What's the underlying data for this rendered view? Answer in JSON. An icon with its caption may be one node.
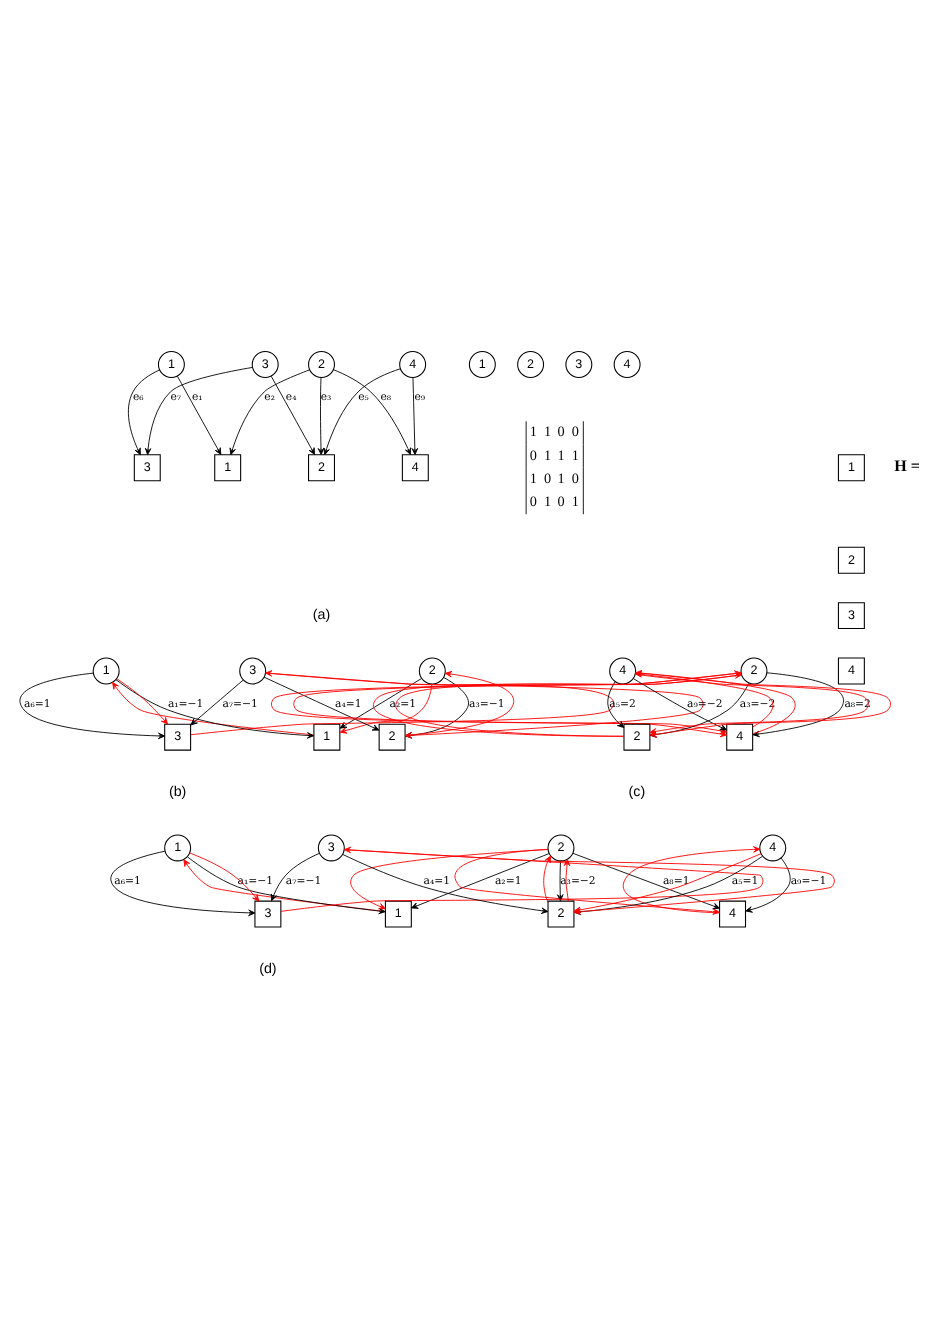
{
  "diagram": {
    "nodes": [
      {
        "text": [
          "1"
        ]
      },
      {
        "text": [
          "1"
        ]
      },
      {
        "text": [
          "2"
        ]
      },
      {
        "text": [
          "4"
        ]
      },
      {
        "text": [
          "3"
        ]
      },
      {
        "text": [
          "2"
        ]
      },
      {
        "text": [
          "4"
        ]
      },
      {
        "text": [
          "3"
        ]
      },
      {
        "text": [
          "1"
        ]
      },
      {
        "text": [
          "2"
        ]
      },
      {
        "text": [
          "3"
        ]
      },
      {
        "text": [
          "4"
        ]
      },
      {
        "text": [
          "1"
        ]
      },
      {
        "text": [
          "2"
        ]
      },
      {
        "text": [
          "3"
        ]
      },
      {
        "text": [
          "4"
        ]
      },
      {
        "text": [
          "1"
        ]
      },
      {
        "text": [
          "1"
        ]
      },
      {
        "text": [
          "2"
        ]
      },
      {
        "text": [
          "3"
        ]
      },
      {
        "text": [
          "2"
        ]
      },
      {
        "text": [
          "3"
        ]
      },
      {
        "text": [
          "2"
        ]
      },
      {
        "text": [
          "4"
        ]
      },
      {
        "text": [
          "2"
        ]
      },
      {
        "text": [
          "4"
        ]
      },
      {
        "text": [
          "1"
        ]
      },
      {
        "text": [
          "1"
        ]
      },
      {
        "text": [
          "2"
        ]
      },
      {
        "text": [
          "4"
        ]
      },
      {
        "text": [
          "3"
        ]
      },
      {
        "text": [
          "2"
        ]
      },
      {
        "text": [
          "4"
        ]
      },
      {
        "text": [
          "3"
        ]
      }
    ],
    "edges": [
      {
        "from": 1,
        "to": 0,
        "arrow": "to",
        "label": "e₁"
      },
      {
        "from": 2,
        "to": 0,
        "arrow": "to",
        "label": "e₂"
      },
      {
        "from": 2,
        "to": 5,
        "arrow": "to",
        "label": "e₃"
      },
      {
        "from": 7,
        "to": 5,
        "arrow": "to",
        "label": "e₄"
      },
      {
        "from": 6,
        "to": 5,
        "arrow": "to",
        "label": "e₅"
      },
      {
        "from": 1,
        "to": 4,
        "arrow": "to",
        "label": "e₆"
      },
      {
        "from": 7,
        "to": 4,
        "arrow": "to",
        "label": "e₇"
      },
      {
        "from": 2,
        "to": 3,
        "arrow": "to",
        "label": "e₈"
      },
      {
        "from": 6,
        "to": 3,
        "arrow": "to",
        "label": "e₉"
      },
      {
        "from": 17,
        "to": 16,
        "arrow": "to",
        "label": "a₁=−1"
      },
      {
        "from": 18,
        "to": 16,
        "arrow": "to",
        "label": "a₂=1"
      },
      {
        "from": 18,
        "to": 20,
        "arrow": "to",
        "label": "a₃=−1"
      },
      {
        "from": 21,
        "to": 20,
        "arrow": "to",
        "label": "a₄=1"
      },
      {
        "from": 17,
        "to": 19,
        "arrow": "to",
        "label": "a₆=1"
      },
      {
        "from": 21,
        "to": 19,
        "arrow": "to",
        "label": "a₇=−1"
      },
      {
        "from": 16,
        "to": 17,
        "arrow": "to",
        "color": "#ff0000"
      },
      {
        "from": 17,
        "to": 19,
        "arrow": "to",
        "color": "#ff0000"
      },
      {
        "from": 19,
        "to": 21,
        "arrow": "to",
        "color": "#ff0000"
      },
      {
        "from": 21,
        "to": 20,
        "arrow": "to",
        "color": "#ff0000"
      },
      {
        "from": 20,
        "to": 18,
        "arrow": "to",
        "color": "#ff0000"
      },
      {
        "from": 18,
        "to": 16,
        "arrow": "to",
        "color": "#ff0000"
      },
      {
        "from": 22,
        "to": 23,
        "arrow": "to",
        "label": "a₈=2"
      },
      {
        "from": 22,
        "to": 24,
        "arrow": "to",
        "label": "a₃=−2"
      },
      {
        "from": 25,
        "to": 23,
        "arrow": "to",
        "label": "a₉=−2"
      },
      {
        "from": 25,
        "to": 24,
        "arrow": "to",
        "label": "a₅=2"
      },
      {
        "from": 22,
        "to": 23,
        "arrow": "to",
        "color": "#ff0000"
      },
      {
        "from": 23,
        "to": 25,
        "arrow": "to",
        "color": "#ff0000"
      },
      {
        "from": 25,
        "to": 24,
        "arrow": "to",
        "color": "#ff0000"
      },
      {
        "from": 24,
        "to": 22,
        "arrow": "to",
        "color": "#ff0000"
      },
      {
        "from": 22,
        "to": 23,
        "arrow": "to",
        "color": "#ff0000"
      },
      {
        "from": 23,
        "to": 25,
        "arrow": "to",
        "color": "#ff0000"
      },
      {
        "from": 25,
        "to": 24,
        "arrow": "to",
        "color": "#ff0000"
      },
      {
        "from": 24,
        "to": 22,
        "arrow": "to",
        "color": "#ff0000"
      },
      {
        "from": 27,
        "to": 26,
        "arrow": "to",
        "label": "a₁=−1"
      },
      {
        "from": 28,
        "to": 26,
        "arrow": "to",
        "label": "a₂=1"
      },
      {
        "from": 28,
        "to": 31,
        "arrow": "to",
        "label": "a₃=−2"
      },
      {
        "from": 33,
        "to": 31,
        "arrow": "to",
        "label": "a₄=1"
      },
      {
        "from": 32,
        "to": 31,
        "arrow": "to",
        "label": "a₅=1"
      },
      {
        "from": 27,
        "to": 30,
        "arrow": "to",
        "label": "a₆=1"
      },
      {
        "from": 33,
        "to": 30,
        "arrow": "to",
        "label": "a₇=−1"
      },
      {
        "from": 28,
        "to": 29,
        "arrow": "to",
        "label": "a₈=1"
      },
      {
        "from": 32,
        "to": 29,
        "arrow": "to",
        "label": "a₉=−1"
      },
      {
        "from": 26,
        "to": 27,
        "arrow": "to",
        "color": "#ff0000"
      },
      {
        "from": 27,
        "to": 30,
        "arrow": "to",
        "color": "#ff0000"
      },
      {
        "from": 30,
        "to": 33,
        "arrow": "to",
        "color": "#ff0000"
      },
      {
        "from": 33,
        "to": 31,
        "arrow": "to",
        "color": "#ff0000"
      },
      {
        "from": 31,
        "to": 28,
        "arrow": "to",
        "color": "#ff0000"
      },
      {
        "from": 28,
        "to": 26,
        "arrow": "to",
        "color": "#ff0000"
      },
      {
        "from": 28,
        "to": 29,
        "arrow": "to",
        "color": "#ff0000"
      },
      {
        "from": 29,
        "to": 32,
        "arrow": "to",
        "color": "#ff0000"
      },
      {
        "from": 32,
        "to": 31,
        "arrow": "to",
        "color": "#ff0000"
      },
      {
        "from": 31,
        "to": 28,
        "arrow": "to",
        "color": "#ff0000"
      }
    ],
    "labels": [
      "H =",
      "1",
      "1",
      "0",
      "0",
      "0",
      "1",
      "1",
      "1",
      "1",
      "0",
      "1",
      "0",
      "0",
      "1",
      "0",
      "1",
      "(a)",
      "(b)",
      "(c)",
      "(d)"
    ]
  }
}
